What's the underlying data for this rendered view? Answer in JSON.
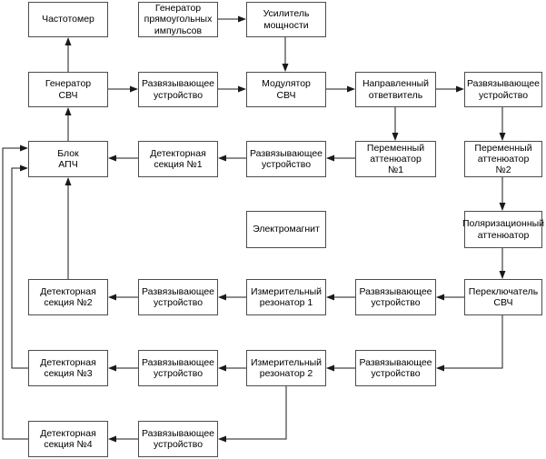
{
  "diagram": {
    "title": "",
    "background_color": "#ffffff",
    "box_fill_color": "#ffffff",
    "box_border_color": "#4d4d4d",
    "line_color": "#1a1a1a",
    "text_color": "#000000",
    "nodes": [
      {
        "id": "frequency-meter",
        "label": "Частотомер"
      },
      {
        "id": "pulse-generator",
        "label": "Генератор\nпрямоугольных\nимпульсов"
      },
      {
        "id": "power-amplifier",
        "label": "Усилитель\nмощности"
      },
      {
        "id": "microwave-generator",
        "label": "Генератор\nСВЧ"
      },
      {
        "id": "isolator-1",
        "label": "Развязывающее\nустройство"
      },
      {
        "id": "microwave-modulator",
        "label": "Модулятор\nСВЧ"
      },
      {
        "id": "directional-coupler",
        "label": "Направленный\nответвитель"
      },
      {
        "id": "isolator-2",
        "label": "Развязывающее\nустройство"
      },
      {
        "id": "afc-unit",
        "label": "Блок\nАПЧ"
      },
      {
        "id": "detector-section-1",
        "label": "Детекторная\nсекция №1"
      },
      {
        "id": "isolator-3",
        "label": "Развязывающее\nустройство"
      },
      {
        "id": "variable-attenuator-1",
        "label": "Переменный\nаттенюатор\n№1"
      },
      {
        "id": "variable-attenuator-2",
        "label": "Переменный\nаттенюатор\n№2"
      },
      {
        "id": "electromagnet",
        "label": "Электромагнит"
      },
      {
        "id": "polarization-attenuator",
        "label": "Поляризационный\nаттенюатор"
      },
      {
        "id": "detector-section-2",
        "label": "Детекторная\nсекция №2"
      },
      {
        "id": "isolator-4",
        "label": "Развязывающее\nустройство"
      },
      {
        "id": "measuring-resonator-1",
        "label": "Измерительный\nрезонатор 1"
      },
      {
        "id": "isolator-5",
        "label": "Развязывающее\nустройство"
      },
      {
        "id": "microwave-switch",
        "label": "Переключатель\nСВЧ"
      },
      {
        "id": "detector-section-3",
        "label": "Детекторная\nсекция №3"
      },
      {
        "id": "isolator-6",
        "label": "Развязывающее\nустройство"
      },
      {
        "id": "measuring-resonator-2",
        "label": "Измерительный\nрезонатор 2"
      },
      {
        "id": "isolator-7",
        "label": "Развязывающее\nустройство"
      },
      {
        "id": "detector-section-4",
        "label": "Детекторная\nсекция №4"
      },
      {
        "id": "isolator-8",
        "label": "Развязывающее\nустройство"
      }
    ],
    "edges": [
      {
        "from": "microwave-generator",
        "to": "frequency-meter"
      },
      {
        "from": "afc-unit",
        "to": "microwave-generator"
      },
      {
        "from": "microwave-generator",
        "to": "isolator-1"
      },
      {
        "from": "isolator-1",
        "to": "microwave-modulator"
      },
      {
        "from": "pulse-generator",
        "to": "power-amplifier"
      },
      {
        "from": "power-amplifier",
        "to": "microwave-modulator"
      },
      {
        "from": "microwave-modulator",
        "to": "directional-coupler"
      },
      {
        "from": "directional-coupler",
        "to": "isolator-2"
      },
      {
        "from": "directional-coupler",
        "to": "variable-attenuator-1"
      },
      {
        "from": "isolator-2",
        "to": "variable-attenuator-2"
      },
      {
        "from": "variable-attenuator-1",
        "to": "isolator-3"
      },
      {
        "from": "isolator-3",
        "to": "detector-section-1"
      },
      {
        "from": "detector-section-1",
        "to": "afc-unit"
      },
      {
        "from": "variable-attenuator-2",
        "to": "polarization-attenuator"
      },
      {
        "from": "polarization-attenuator",
        "to": "microwave-switch"
      },
      {
        "from": "microwave-switch",
        "to": "isolator-5"
      },
      {
        "from": "isolator-5",
        "to": "measuring-resonator-1"
      },
      {
        "from": "measuring-resonator-1",
        "to": "isolator-4"
      },
      {
        "from": "isolator-4",
        "to": "detector-section-2"
      },
      {
        "from": "detector-section-2",
        "to": "afc-unit"
      },
      {
        "from": "microwave-switch",
        "to": "isolator-7"
      },
      {
        "from": "isolator-7",
        "to": "measuring-resonator-2"
      },
      {
        "from": "measuring-resonator-2",
        "to": "isolator-6"
      },
      {
        "from": "isolator-6",
        "to": "detector-section-3"
      },
      {
        "from": "detector-section-3",
        "to": "afc-unit"
      },
      {
        "from": "measuring-resonator-2",
        "to": "isolator-8"
      },
      {
        "from": "isolator-8",
        "to": "detector-section-4"
      },
      {
        "from": "detector-section-4",
        "to": "afc-unit"
      }
    ]
  }
}
